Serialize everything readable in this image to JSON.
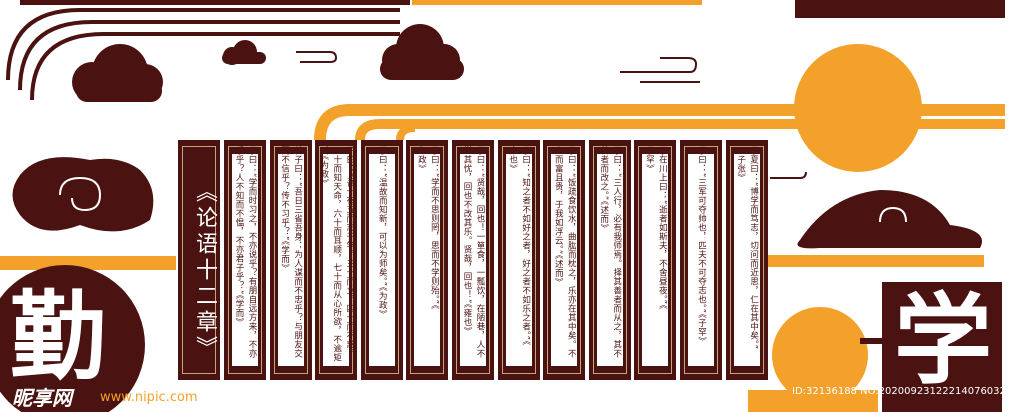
{
  "title": "《论语十二章》",
  "big_left": "勤",
  "big_right": "学",
  "colors": {
    "dark": "#4a1210",
    "orange": "#f3a12a",
    "white": "#ffffff"
  },
  "panels": [
    {
      "lines": [
        "子曰：“学而时习之，不亦说乎？有朋自远方来，不亦",
        "乐乎？人不知而不愠，不亦君子乎？”《学而》"
      ]
    },
    {
      "lines": [
        "曾子曰：“吾日三省吾身：为人谋而不忠乎？与朋友交",
        "而不信乎？传不习乎？”《学而》"
      ]
    },
    {
      "lines": [
        "子曰：“吾十有五而志于学，三十而立，四十而不惑，",
        "五十而知天命，六十而耳顺，七十而从心所欲，不逾矩",
        "。”《为政》"
      ]
    },
    {
      "lines": [
        "子曰：“温故而知新，可以为师矣。”《为政》"
      ]
    },
    {
      "lines": [
        "子曰：“学而不思则罔，思而不学则殆。”《",
        "为政》"
      ]
    },
    {
      "lines": [
        "子曰：“贤哉，回也！一箪食，一瓢饮，在陋巷，人不",
        "堪其忧，回也不改其乐。贤哉，回也！”《雍也》"
      ]
    },
    {
      "lines": [
        "子曰：“知之者不如好之者，好之者不如乐之者。”《",
        "雍也》"
      ]
    },
    {
      "lines": [
        "子曰：“饭疏食饮水，曲肱而枕之，乐亦在其中矣。不",
        "义而富且贵，于我如浮云。”《述而》"
      ]
    },
    {
      "lines": [
        "子曰：“三人行，必有我师焉。择其善者而从之，其不",
        "善者而改之。”《述而》"
      ]
    },
    {
      "lines": [
        "子在川上曰：“逝者如斯夫，不舍昼夜。”《",
        "子罕》"
      ]
    },
    {
      "lines": [
        "子曰：“三军可夺帅也，匹夫不可夺志也。”《子罕》"
      ]
    },
    {
      "lines": [
        "子夏曰：“博学而笃志，切问而近思，仁在其中矣。”",
        "《子张》"
      ]
    }
  ],
  "watermark": {
    "logo": "昵享网",
    "url": "www.nipic.com",
    "id": "ID:32136188 NO:20200923122214076032"
  }
}
